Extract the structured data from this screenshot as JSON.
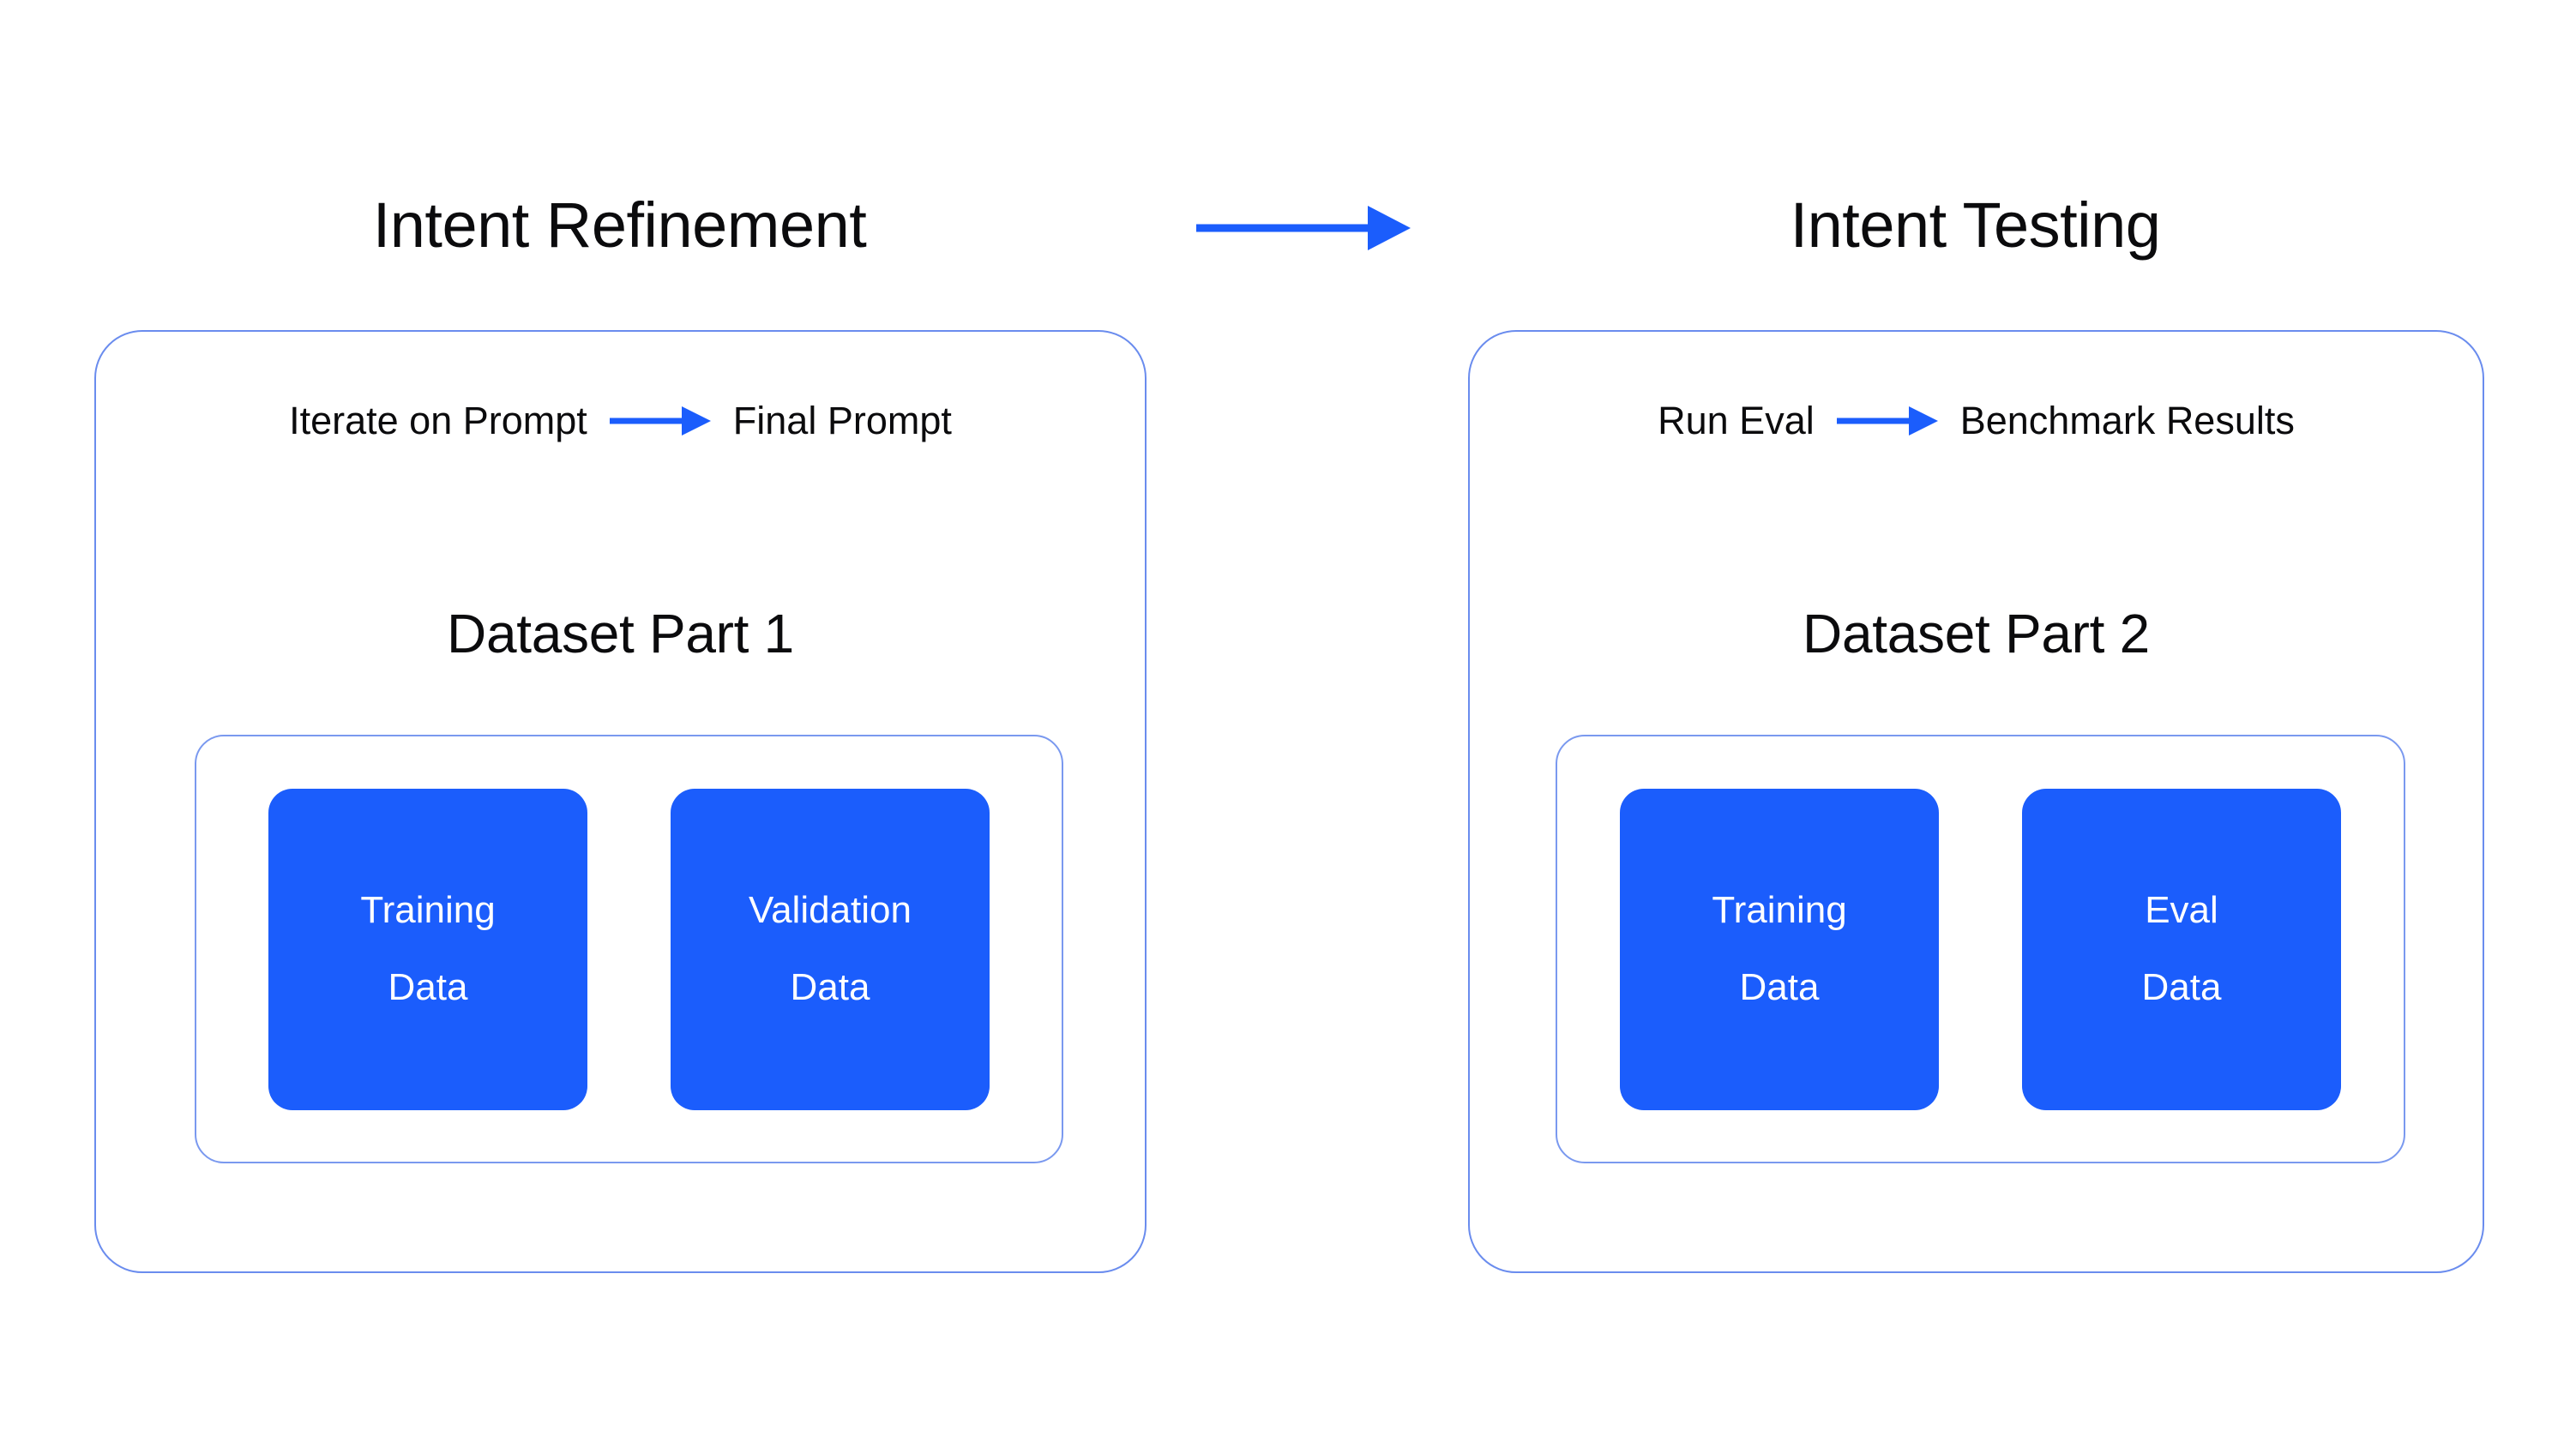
{
  "page": {
    "background_color": "#ffffff",
    "accent_color": "#1b5dfc",
    "outline_color": "#6a8cee",
    "inner_outline_color": "#7a99ef",
    "text_color": "#0b0b0d",
    "chip_text_color": "#ffffff"
  },
  "main_arrow": {
    "icon": "arrow-right-icon",
    "color": "#1b5dfc"
  },
  "stages": [
    {
      "title": "Intent Refinement",
      "flow": {
        "from": "Iterate on Prompt",
        "arrow_icon": "arrow-right-icon",
        "to": "Final Prompt"
      },
      "dataset_title": "Dataset Part 1",
      "chips": [
        {
          "line1": "Training",
          "line2": "Data"
        },
        {
          "line1": "Validation",
          "line2": "Data"
        }
      ]
    },
    {
      "title": "Intent Testing",
      "flow": {
        "from": "Run Eval",
        "arrow_icon": "arrow-right-icon",
        "to": "Benchmark Results"
      },
      "dataset_title": "Dataset Part 2",
      "chips": [
        {
          "line1": "Training",
          "line2": "Data"
        },
        {
          "line1": "Eval",
          "line2": "Data"
        }
      ]
    }
  ]
}
